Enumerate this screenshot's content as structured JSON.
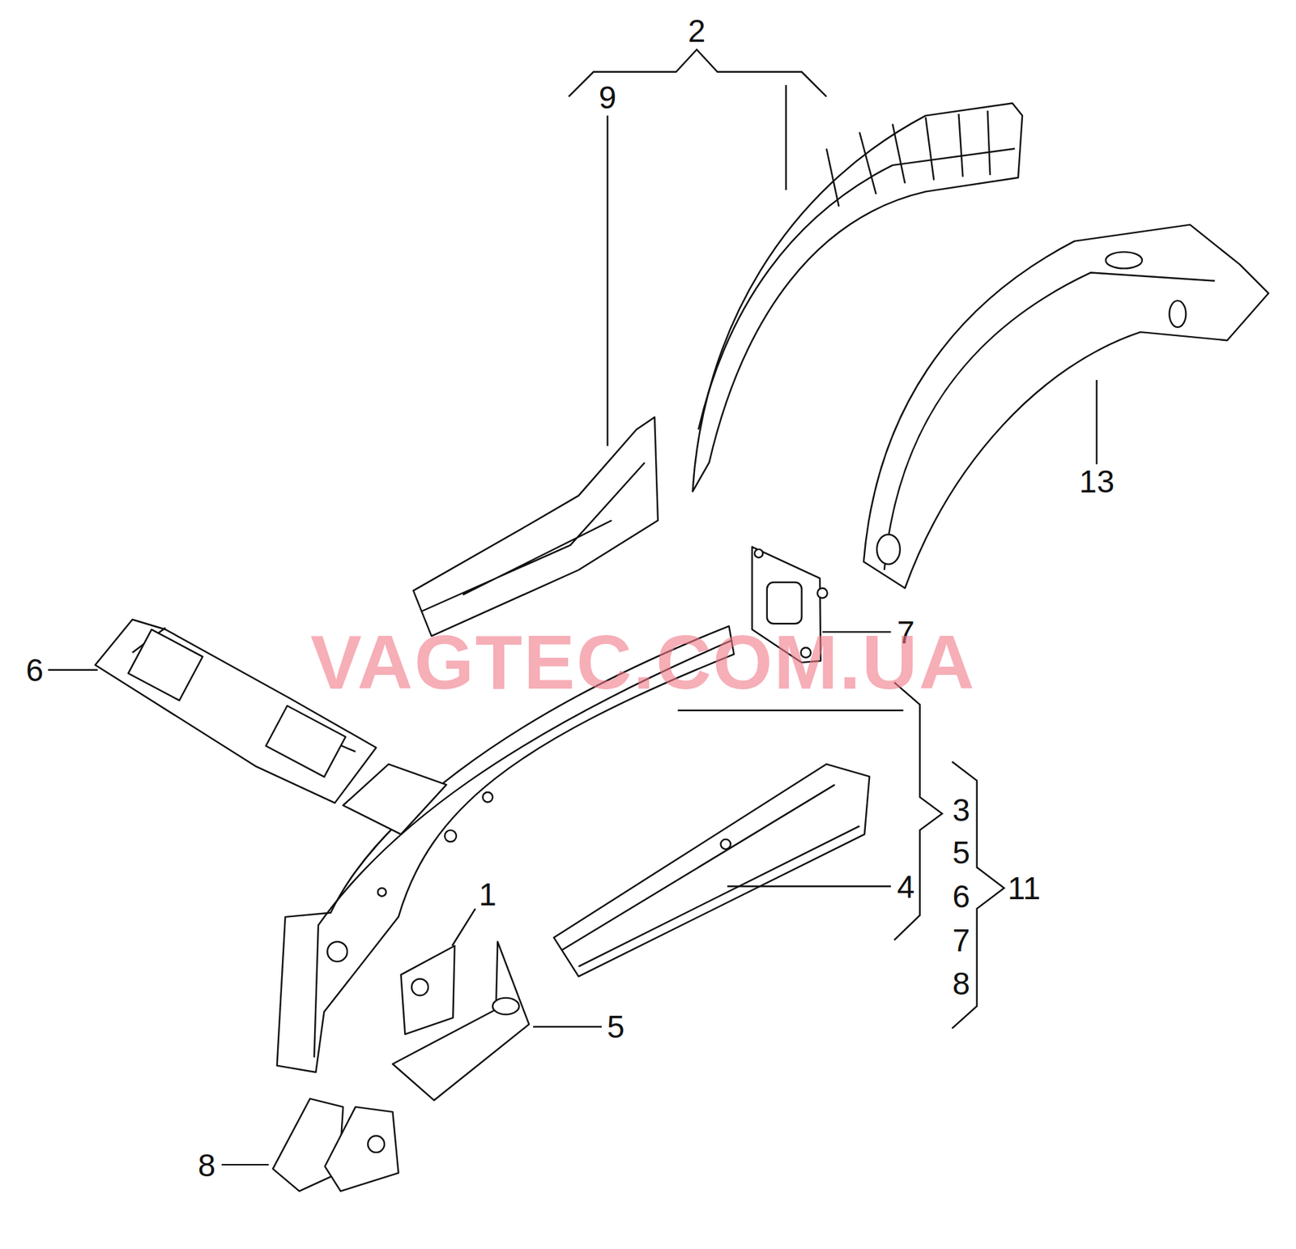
{
  "diagram": {
    "labels": [
      "2",
      "9",
      "13",
      "7",
      "VAGTEC.COM.UA",
      "6",
      "3",
      "5",
      "6",
      "7",
      "8",
      "11",
      "4",
      "1",
      "5",
      "8"
    ]
  }
}
